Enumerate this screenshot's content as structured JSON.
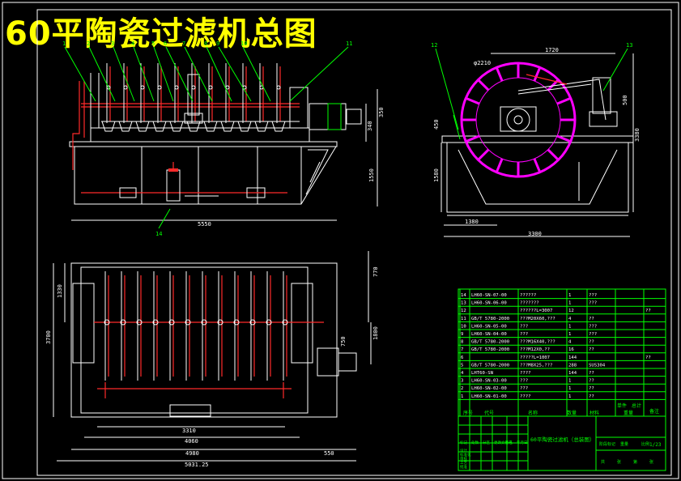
{
  "drawing": {
    "title": "60平陶瓷过滤机总图",
    "balloons_front": [
      "1",
      "2",
      "3",
      "4",
      "5",
      "6",
      "7",
      "8",
      "9",
      "10",
      "11"
    ],
    "balloon_14": "14",
    "balloon_12": "12",
    "balloon_13": "13",
    "front_dims": {
      "overall": "5550",
      "h1": "1550",
      "h2": "340",
      "h3": "350"
    },
    "side_dims": {
      "dia": "φ2210",
      "top": "1720",
      "w1": "1380",
      "w2": "3300",
      "h1": "1580",
      "h2": "3380",
      "h3": "450",
      "h4": "500"
    },
    "plan_dims": {
      "d1": "3310",
      "d2": "4060",
      "d3": "4980",
      "d4": "5031.25",
      "d5": "550",
      "v1": "1330",
      "v2": "3700",
      "v3": "770",
      "v4": "1800",
      "v5": "750"
    }
  },
  "bom": [
    {
      "no": "14",
      "code": "LH60-SN-07-00",
      "name": "??????",
      "qty": "1",
      "mat": "???",
      "note": ""
    },
    {
      "no": "13",
      "code": "LH60-SN-06-00",
      "name": "???????",
      "qty": "1",
      "mat": "???",
      "note": ""
    },
    {
      "no": "12",
      "code": "",
      "name": "??????L=3007",
      "qty": "12",
      "mat": "",
      "note": "??"
    },
    {
      "no": "11",
      "code": "GB/T 5780-2000",
      "name": "???M20X60,???",
      "qty": "4",
      "mat": "??",
      "note": ""
    },
    {
      "no": "10",
      "code": "LH60-SN-05-00",
      "name": "???",
      "qty": "1",
      "mat": "???",
      "note": ""
    },
    {
      "no": "9",
      "code": "LH60-SN-04-00",
      "name": "???",
      "qty": "1",
      "mat": "???",
      "note": ""
    },
    {
      "no": "8",
      "code": "GB/T 5780-2000",
      "name": "???M16X40,???",
      "qty": "4",
      "mat": "??",
      "note": ""
    },
    {
      "no": "7",
      "code": "GB/T 5780-2000",
      "name": "???M12X0,??",
      "qty": "16",
      "mat": "??",
      "note": ""
    },
    {
      "no": "6",
      "code": "",
      "name": "?????L=1007",
      "qty": "144",
      "mat": "",
      "note": "??"
    },
    {
      "no": "5",
      "code": "GB/T 5780-2000",
      "name": "???M8X25,???",
      "qty": "288",
      "mat": "SUS304",
      "note": ""
    },
    {
      "no": "4",
      "code": "LHT60-SN",
      "name": "????",
      "qty": "144",
      "mat": "??",
      "note": ""
    },
    {
      "no": "3",
      "code": "LH60-SN-03-00",
      "name": "???",
      "qty": "1",
      "mat": "??",
      "note": ""
    },
    {
      "no": "2",
      "code": "LH60-SN-02-00",
      "name": "???",
      "qty": "1",
      "mat": "??",
      "note": ""
    },
    {
      "no": "1",
      "code": "LH60-SN-01-00",
      "name": "????",
      "qty": "1",
      "mat": "??",
      "note": ""
    }
  ],
  "bom_header": {
    "no": "序号",
    "code": "代号",
    "name": "名称",
    "qty": "数量",
    "mat": "材料",
    "unit": "单件",
    "total": "总计",
    "weight": "重量",
    "note": "备注"
  },
  "title_block": {
    "drawing_name": "60平陶瓷过滤机（总装图）",
    "sheet": "1/23",
    "row_labels": [
      "标记",
      "处数",
      "分区",
      "更改文件号",
      "签名",
      "年月日"
    ],
    "design_labels": [
      "设计",
      "标准化",
      "审核",
      "工艺",
      "批准"
    ],
    "stage_labels": [
      "阶段标记",
      "重量",
      "比例"
    ],
    "sheet_labels": [
      "共",
      "张",
      "第",
      "张"
    ]
  },
  "colors": {
    "background": "#000000",
    "title": "#ffff00",
    "frame": "#ffffff",
    "lines": "#00ff00",
    "pipes": "#ff2a2a",
    "disc": "#ff00ff",
    "accent": "#00ffff"
  }
}
